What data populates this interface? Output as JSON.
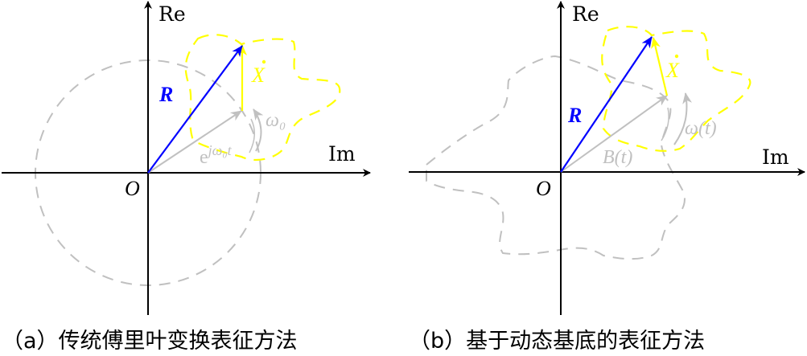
{
  "colors": {
    "axis": "#000000",
    "resultant": "#0000ff",
    "signal": "#ffff00",
    "basis": "#c0c0c0"
  },
  "panel_a": {
    "axis_re": "Re",
    "axis_im": "Im",
    "origin": "O",
    "vector_R": "R",
    "vector_X": "X",
    "basis_label_base": "e",
    "basis_label_exp": "jω₀t",
    "rotation_label": "ω₀",
    "caption": "（a）传统傅里叶变换表征方法"
  },
  "panel_b": {
    "axis_re": "Re",
    "axis_im": "Im",
    "origin": "O",
    "vector_R": "R",
    "vector_X": "X",
    "basis_label": "B(t)",
    "rotation_label": "ω(t)",
    "caption": "（b）基于动态基底的表征方法"
  }
}
